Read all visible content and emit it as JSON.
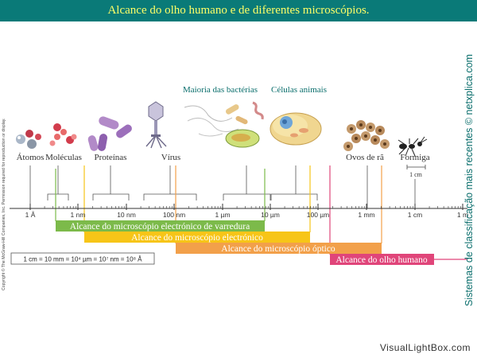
{
  "title": "Alcance do olho humano e de diferentes microscópios.",
  "colors": {
    "title_bg": "#0a7a78",
    "title_text": "#ffff66",
    "green": "#7cba4a",
    "yellow": "#f7c518",
    "orange": "#f2a04a",
    "pink": "#e0457a"
  },
  "scale_labels": [
    "1 Å",
    "1 nm",
    "10 nm",
    "100 nm",
    "1 µm",
    "10 µm",
    "100 µm",
    "1 mm",
    "1 cm",
    "1 m"
  ],
  "objects": [
    {
      "label": "Átomos",
      "icon": "atoms-icon"
    },
    {
      "label": "Moléculas",
      "icon": "molecules-icon"
    },
    {
      "label": "Proteínas",
      "icon": "proteins-icon"
    },
    {
      "label": "Vírus",
      "icon": "virus-icon"
    },
    {
      "label": "Maioria das bactérias",
      "icon": "bacteria-icon"
    },
    {
      "label": "Células animais",
      "icon": "animal-cell-icon"
    },
    {
      "label": "Ovos de rã",
      "icon": "frog-eggs-icon"
    },
    {
      "label": "Formiga",
      "icon": "ant-icon"
    }
  ],
  "ant_scale": "1 cm",
  "ranges": [
    {
      "label": "Alcance do microscópio electrónico de varredura",
      "color": "#7cba4a"
    },
    {
      "label": "Alcance do microscópio electrónico",
      "color": "#f7c518"
    },
    {
      "label": "Alcance do microscópio óptico",
      "color": "#f2a04a"
    },
    {
      "label": "Alcance do olho humano",
      "color": "#e0457a"
    }
  ],
  "conversion": "1 cm = 10 mm = 10⁴ µm = 10⁷ nm = 10⁸ Å",
  "side_credit": "Copyright © The McGraw-Hill Companies, Inc. Permission required for reproduction or display.",
  "right_credit": "Sistemas de classificação mais recentes © netxplica.com",
  "watermark": "VisualLightBox.com"
}
